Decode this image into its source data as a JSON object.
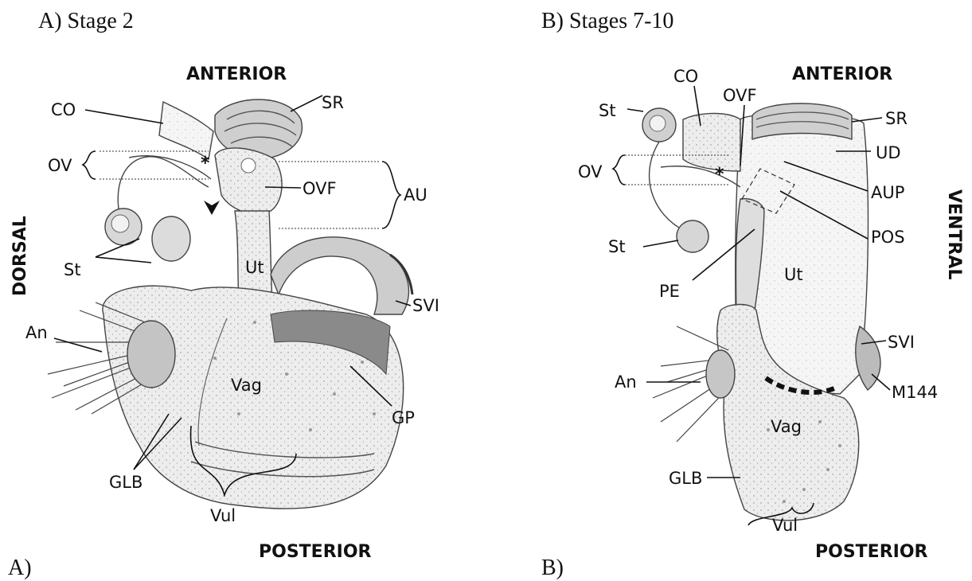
{
  "panel_a": {
    "title": "A)  Stage 2",
    "corner_label": "A)",
    "orientation": {
      "top": "ANTERIOR",
      "bottom": "POSTERIOR",
      "side": "DORSAL"
    },
    "labels": {
      "co": "CO",
      "ov": "OV",
      "st": "St",
      "an": "An",
      "glb": "GLB",
      "vul": "Vul",
      "sr": "SR",
      "ovf": "OVF",
      "au": "AU",
      "ut": "Ut",
      "svi": "SVI",
      "vag": "Vag",
      "gp": "GP",
      "asterisk": "*"
    }
  },
  "panel_b": {
    "title": "B) Stages 7-10",
    "corner_label": "B)",
    "orientation": {
      "top": "ANTERIOR",
      "bottom": "POSTERIOR",
      "side": "VENTRAL"
    },
    "labels": {
      "st_top": "St",
      "co": "CO",
      "ovf": "OVF",
      "sr": "SR",
      "ud": "UD",
      "ov": "OV",
      "aup": "AUP",
      "st_bottom": "St",
      "pos": "POS",
      "pe": "PE",
      "ut": "Ut",
      "svi": "SVI",
      "an": "An",
      "m144": "M144",
      "vag": "Vag",
      "glb": "GLB",
      "vul": "Vul",
      "asterisk": "*"
    }
  }
}
